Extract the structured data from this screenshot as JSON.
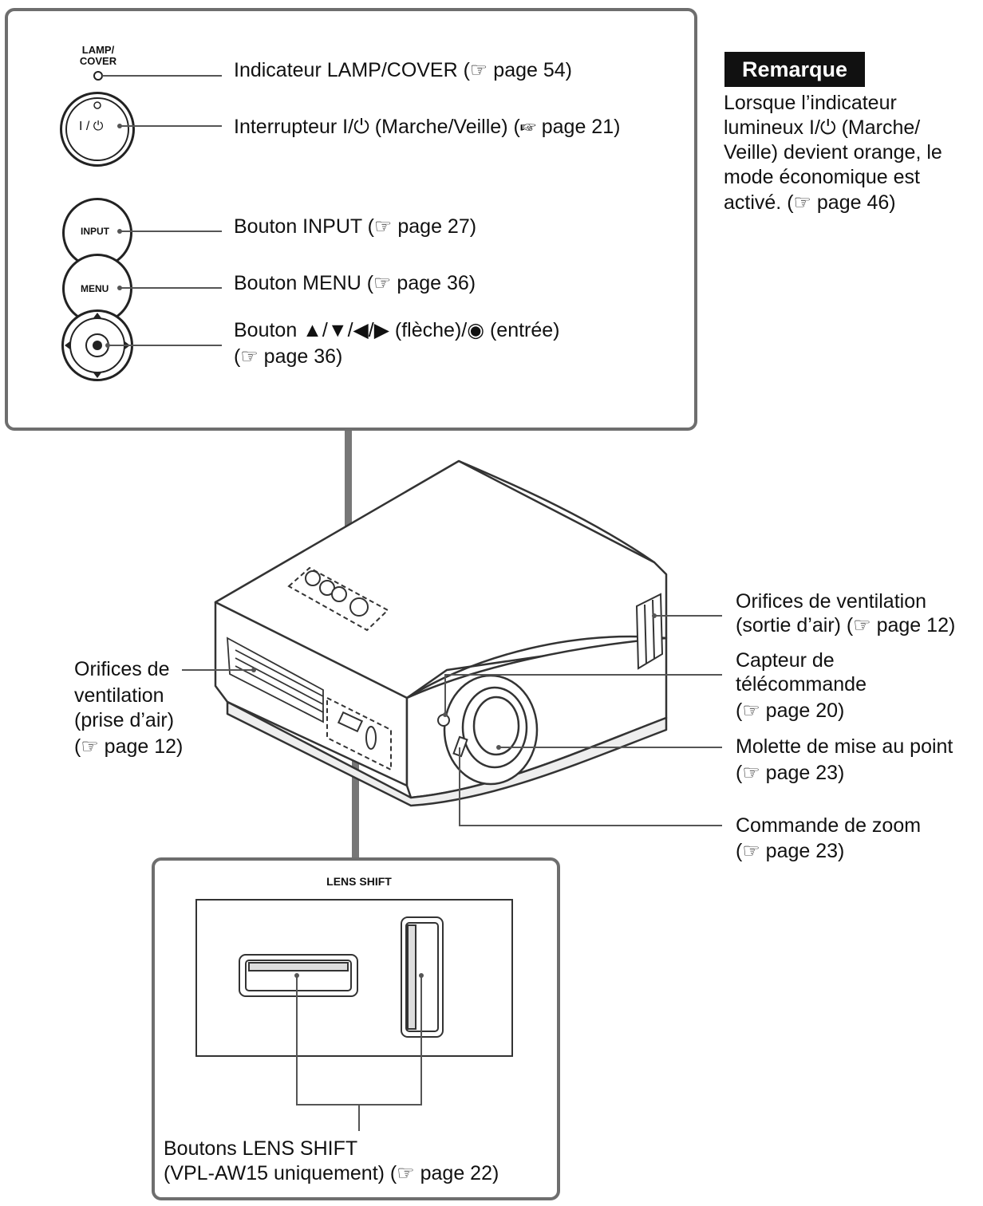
{
  "top_panel": {
    "lamp_cover_label_1": "LAMP/",
    "lamp_cover_label_2": "COVER",
    "power_button_label": "I / ⏻",
    "input_button_label": "INPUT",
    "menu_button_label": "MENU",
    "callouts": [
      "Indicateur LAMP/COVER (☞ page 54)",
      "Interrupteur I/⏻ (Marche/Veille) (☞ page 21)",
      "Bouton INPUT (☞ page 27)",
      "Bouton MENU (☞ page 36)",
      "Bouton ▲/▼/◀/▶ (flèche)/◉ (entrée)",
      "(☞ page 36)"
    ]
  },
  "remarque": {
    "title": "Remarque",
    "lines": [
      "Lorsque l’indicateur",
      "lumineux I/⏻ (Marche/",
      "Veille) devient orange, le",
      "mode économique est",
      "activé. (☞ page 46)"
    ]
  },
  "left_callout": {
    "lines": [
      "Orifices de",
      "ventilation",
      "(prise d’air)",
      "(☞ page 12)"
    ]
  },
  "right_callouts": [
    {
      "lines": [
        "Orifices de ventilation",
        "(sortie d’air) (☞ page 12)"
      ]
    },
    {
      "lines": [
        "Capteur de",
        "télécommande",
        " (☞ page 20)"
      ]
    },
    {
      "lines": [
        "Molette de mise au point",
        "(☞ page 23)"
      ]
    },
    {
      "lines": [
        "Commande de zoom",
        " (☞ page 23)"
      ]
    }
  ],
  "bottom_panel": {
    "title": "LENS SHIFT",
    "caption_1": "Boutons LENS SHIFT",
    "caption_2": "(VPL-AW15 uniquement) (☞ page 22)"
  }
}
